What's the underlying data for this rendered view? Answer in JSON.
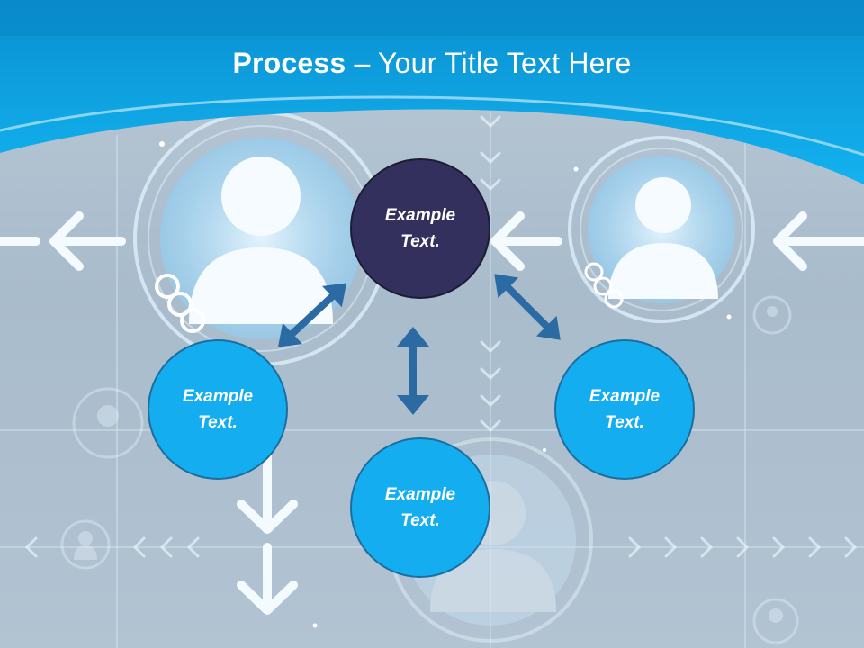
{
  "slide": {
    "title_bold": "Process",
    "title_rest": " – Your Title Text Here"
  },
  "nodes": [
    {
      "id": "top",
      "line1": "Example",
      "line2": "Text."
    },
    {
      "id": "left",
      "line1": "Example",
      "line2": "Text."
    },
    {
      "id": "right",
      "line1": "Example",
      "line2": "Text."
    },
    {
      "id": "bottom",
      "line1": "Example",
      "line2": "Text."
    }
  ],
  "colors": {
    "header_blue": "#0fa8ea",
    "dark_node": "#33305e",
    "blue_node": "#14aef0",
    "arrow": "#2b6aa3"
  },
  "icons": [
    "user-avatar-icon",
    "double-headed-arrow-icon",
    "flow-arrow-icon"
  ]
}
